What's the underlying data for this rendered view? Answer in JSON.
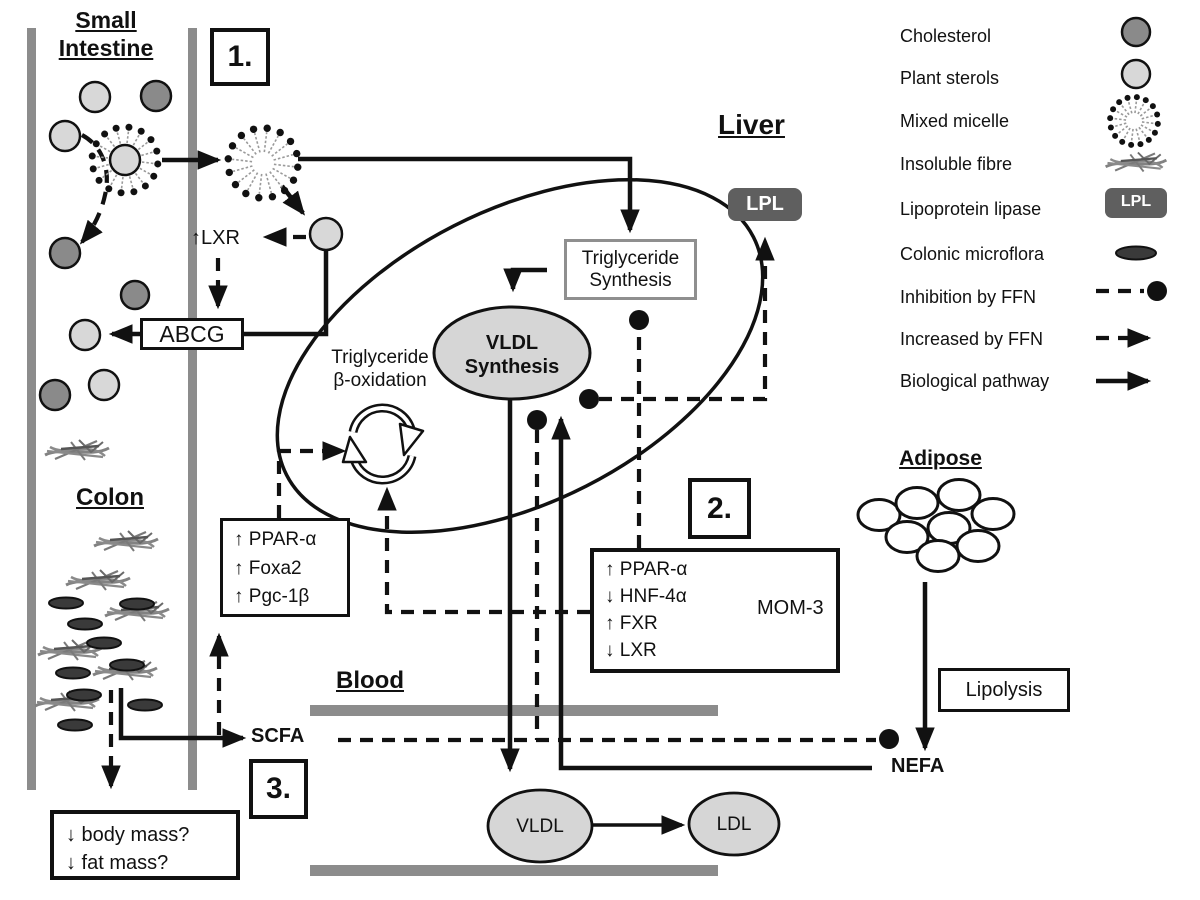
{
  "regions": {
    "small_intestine": "Small Intestine",
    "liver": "Liver",
    "colon": "Colon",
    "blood": "Blood",
    "adipose": "Adipose"
  },
  "steps": {
    "one": "1.",
    "two": "2.",
    "three": "3."
  },
  "nodes": {
    "lxr_up": "↑LXR",
    "abcg": "ABCG",
    "triglyceride_synthesis": "Triglyceride Synthesis",
    "vldl_synthesis": "VLDL Synthesis",
    "beta_oxidation": "Triglyceride β-oxidation",
    "lpl": "LPL",
    "scfa": "SCFA",
    "nefa": "NEFA",
    "lipolysis": "Lipolysis",
    "vldl": "VLDL",
    "ldl": "LDL"
  },
  "boxes": {
    "ppar_colon": {
      "lines": [
        "↑ PPAR-α",
        "↑ Foxa2",
        "↑ Pgc-1β"
      ]
    },
    "mom3": {
      "lines": [
        "↑ PPAR-α",
        "↓ HNF-4α",
        "↑ FXR",
        "↓ LXR"
      ],
      "label": "MOM-3"
    },
    "outcome": {
      "lines": [
        "↓ body mass?",
        "↓ fat mass?"
      ]
    }
  },
  "legend": {
    "items": [
      {
        "label": "Cholesterol",
        "icon": "cholesterol-icon"
      },
      {
        "label": "Plant sterols",
        "icon": "plant-sterol-icon"
      },
      {
        "label": "Mixed micelle",
        "icon": "mixed-micelle-icon"
      },
      {
        "label": "Insoluble fibre",
        "icon": "insoluble-fibre-icon"
      },
      {
        "label": "Lipoprotein lipase",
        "icon": "lpl-badge-icon"
      },
      {
        "label": "Colonic microflora",
        "icon": "colonic-microflora-icon"
      },
      {
        "label": "Inhibition by FFN",
        "icon": "inhibition-arrow-icon"
      },
      {
        "label": "Increased by FFN",
        "icon": "increased-arrow-icon"
      },
      {
        "label": "Biological pathway",
        "icon": "pathway-arrow-icon"
      }
    ]
  },
  "colors": {
    "wall_gray": "#8c8c8c",
    "light_particle": "#d8d8d8",
    "dark_particle": "#8a8a8a",
    "node_fill": "#d6d6d6",
    "lpl_fill": "#5f5f5f",
    "microflora_fill": "#3a3a3a",
    "line_black": "#111111"
  }
}
